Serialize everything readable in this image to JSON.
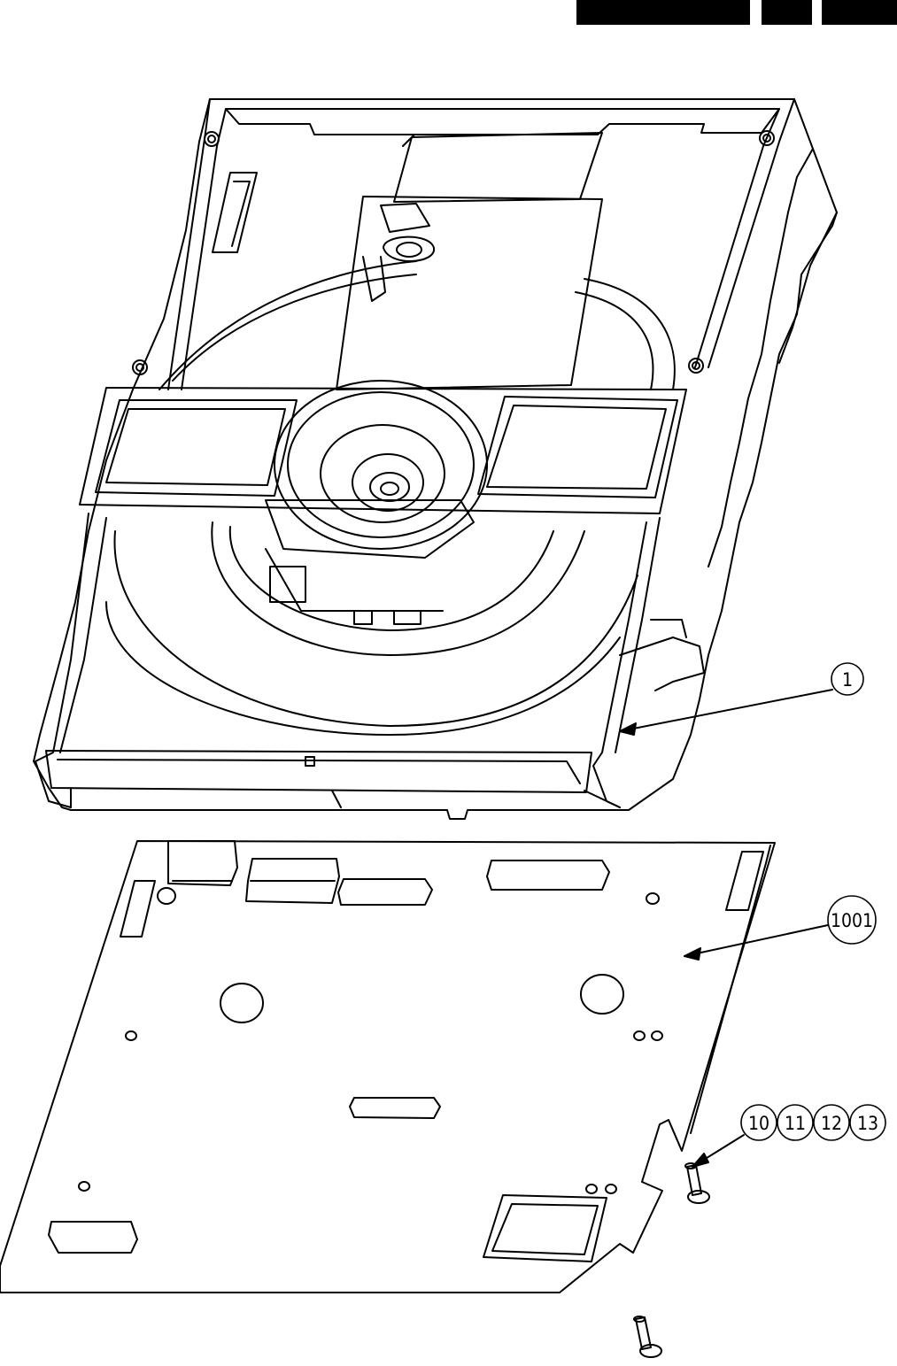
{
  "callouts": [
    {
      "id": "drive-mechanism",
      "label": "1"
    },
    {
      "id": "main-board",
      "label": "1001"
    },
    {
      "id": "screw-a",
      "label": "10"
    },
    {
      "id": "screw-b",
      "label": "11"
    },
    {
      "id": "screw-c",
      "label": "12"
    },
    {
      "id": "screw-d",
      "label": "13"
    }
  ]
}
